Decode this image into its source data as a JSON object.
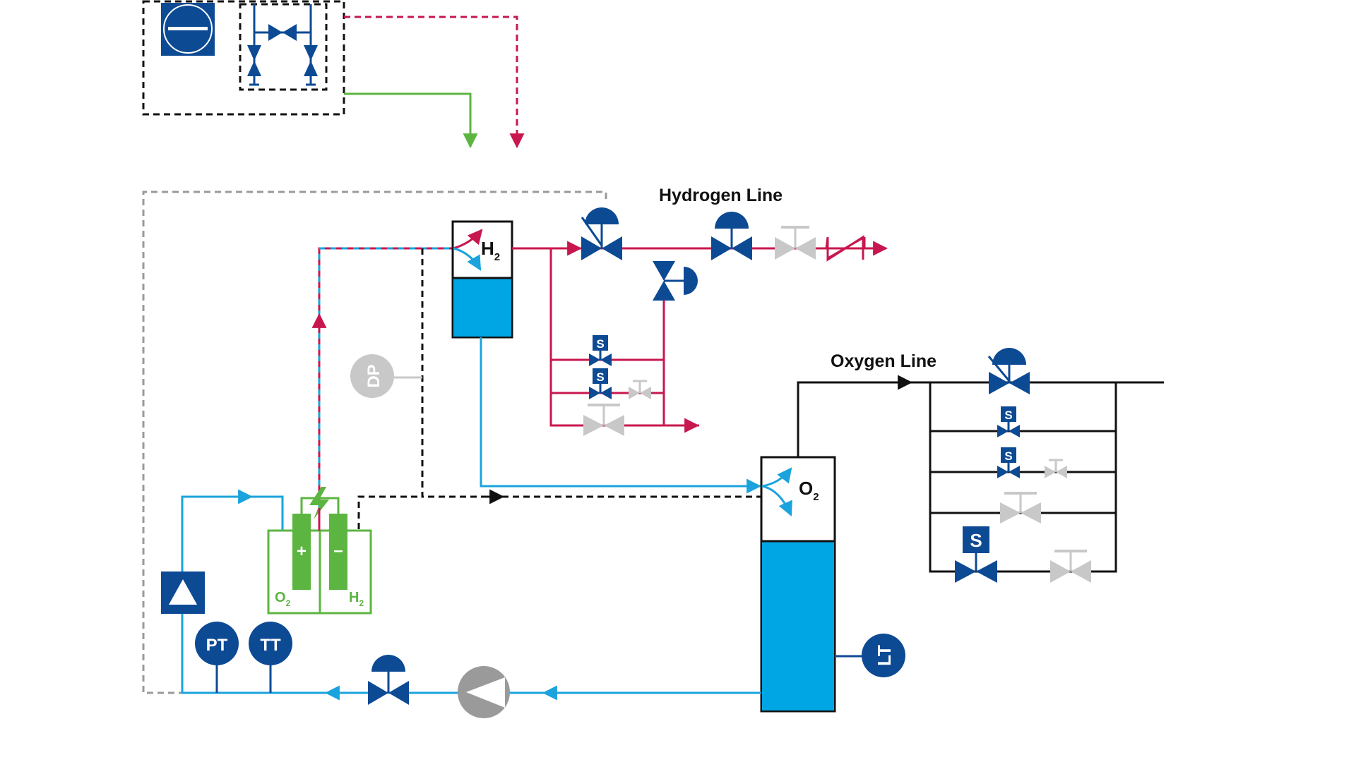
{
  "labels": {
    "hydrogen_line": "Hydrogen Line",
    "oxygen_line": "Oxygen Line",
    "h2_separator": "H",
    "h2_separator_sub": "2",
    "o2_separator": "O",
    "o2_separator_sub": "2",
    "electrolyzer_plus": "+",
    "electrolyzer_minus": "–",
    "electrolyzer_o2": "O",
    "electrolyzer_o2_sub": "2",
    "electrolyzer_h2": "H",
    "electrolyzer_h2_sub": "2"
  },
  "instruments": {
    "dp": "DP",
    "pt": "PT",
    "tt": "TT",
    "lt": "LT"
  },
  "solenoid_label": "S",
  "colors": {
    "hydrogen": "#c8174e",
    "water": "#1aa3dd",
    "oxygen": "#111111",
    "power": "#5cb541",
    "instrument_blue": "#0d4a94",
    "inactive_gray": "#c8c8c8",
    "signal_gray": "#9a9a9a",
    "tank_fill": "#00a6e4"
  },
  "icons": {
    "control_valve": "control-valve-icon",
    "solenoid_valve": "solenoid-valve-icon",
    "manual_valve": "manual-valve-icon",
    "pump": "pump-icon",
    "check_valve": "check-valve-icon",
    "electrolyzer": "electrolyzer-icon",
    "lightning": "lightning-icon"
  }
}
